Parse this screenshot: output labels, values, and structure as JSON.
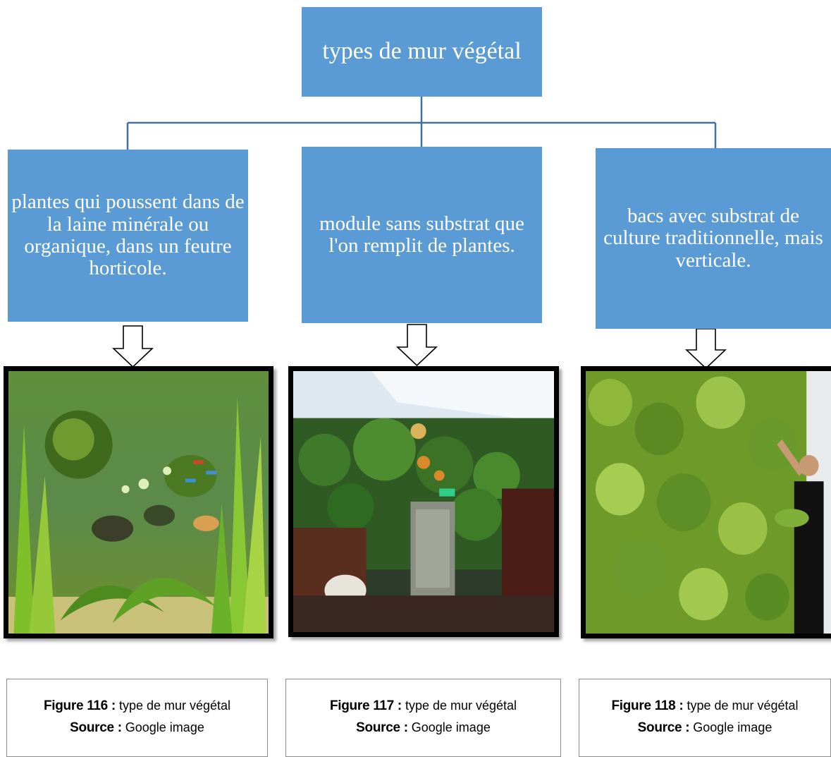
{
  "diagram": {
    "root": {
      "label": "types de mur végétal"
    },
    "children": [
      {
        "label": "plantes qui poussent dans de la laine minérale ou organique, dans un feutre horticole."
      },
      {
        "label": "module sans substrat que l'on remplit de plantes."
      },
      {
        "label": "bacs avec substrat de culture traditionnelle, mais verticale."
      }
    ],
    "colors": {
      "box_fill": "#5b9bd5",
      "box_text": "#ffffff",
      "connector": "#41719c"
    }
  },
  "figures": [
    {
      "figure_label": "Figure 116",
      "sep": " : ",
      "caption": "type de mur végétal",
      "source_label": "Source",
      "source": "Google image",
      "image": "aquarium plants with fish"
    },
    {
      "figure_label": "Figure 117",
      "sep": " : ",
      "caption": "type de mur végétal",
      "source_label": "Source",
      "source": "Google image",
      "image": "indoor green wall lobby"
    },
    {
      "figure_label": "Figure 118",
      "sep": " : ",
      "caption": "type de mur végétal",
      "source_label": "Source",
      "source": "Google image",
      "image": "man tending green wall"
    }
  ]
}
